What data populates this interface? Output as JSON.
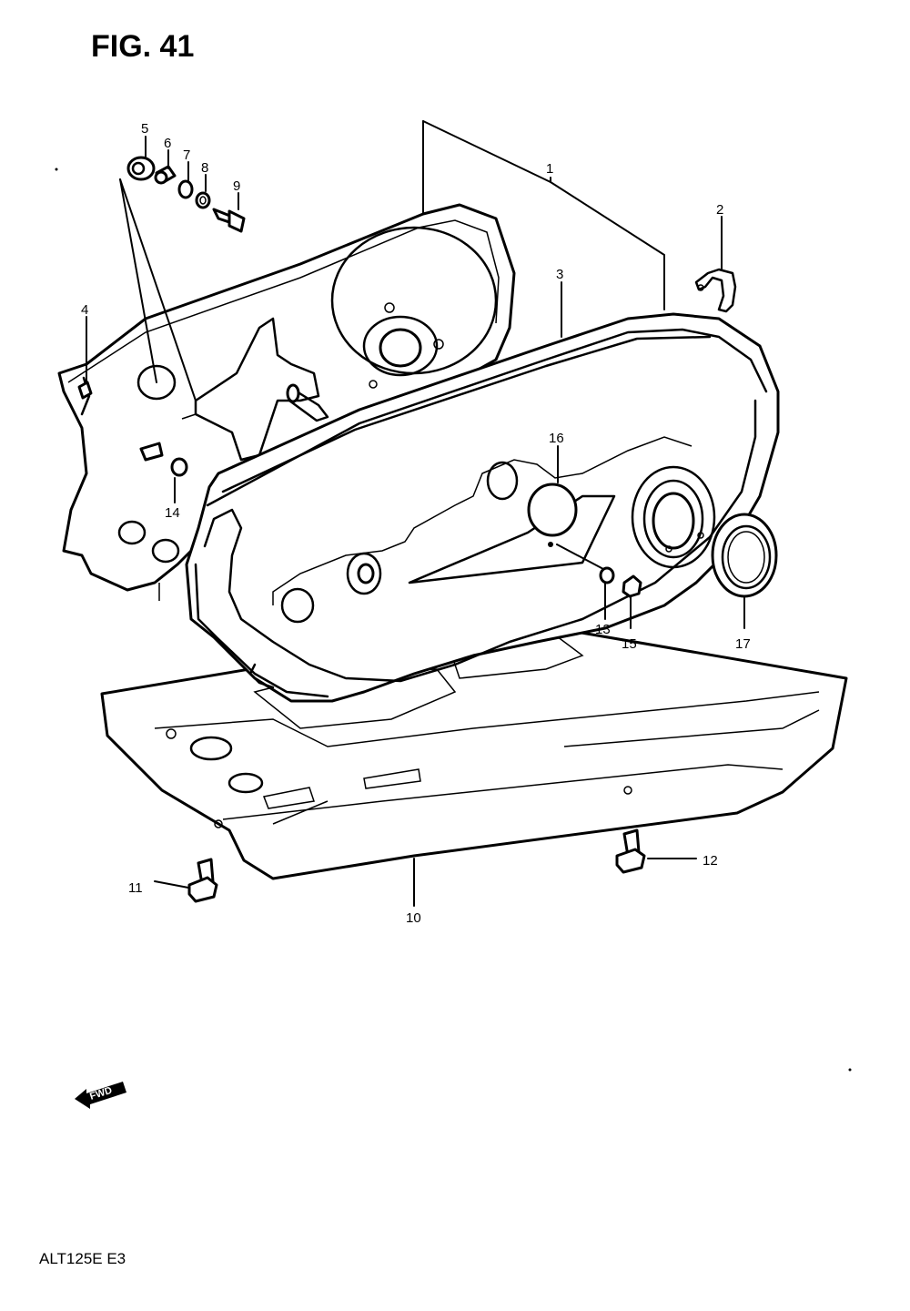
{
  "figure": {
    "title": "FIG. 41",
    "model_code": "ALT125E  E3",
    "fwd_label": "FWD"
  },
  "callouts": [
    "1",
    "2",
    "3",
    "4",
    "5",
    "6",
    "7",
    "8",
    "9",
    "10",
    "11",
    "12",
    "13",
    "14",
    "15",
    "16",
    "17"
  ]
}
